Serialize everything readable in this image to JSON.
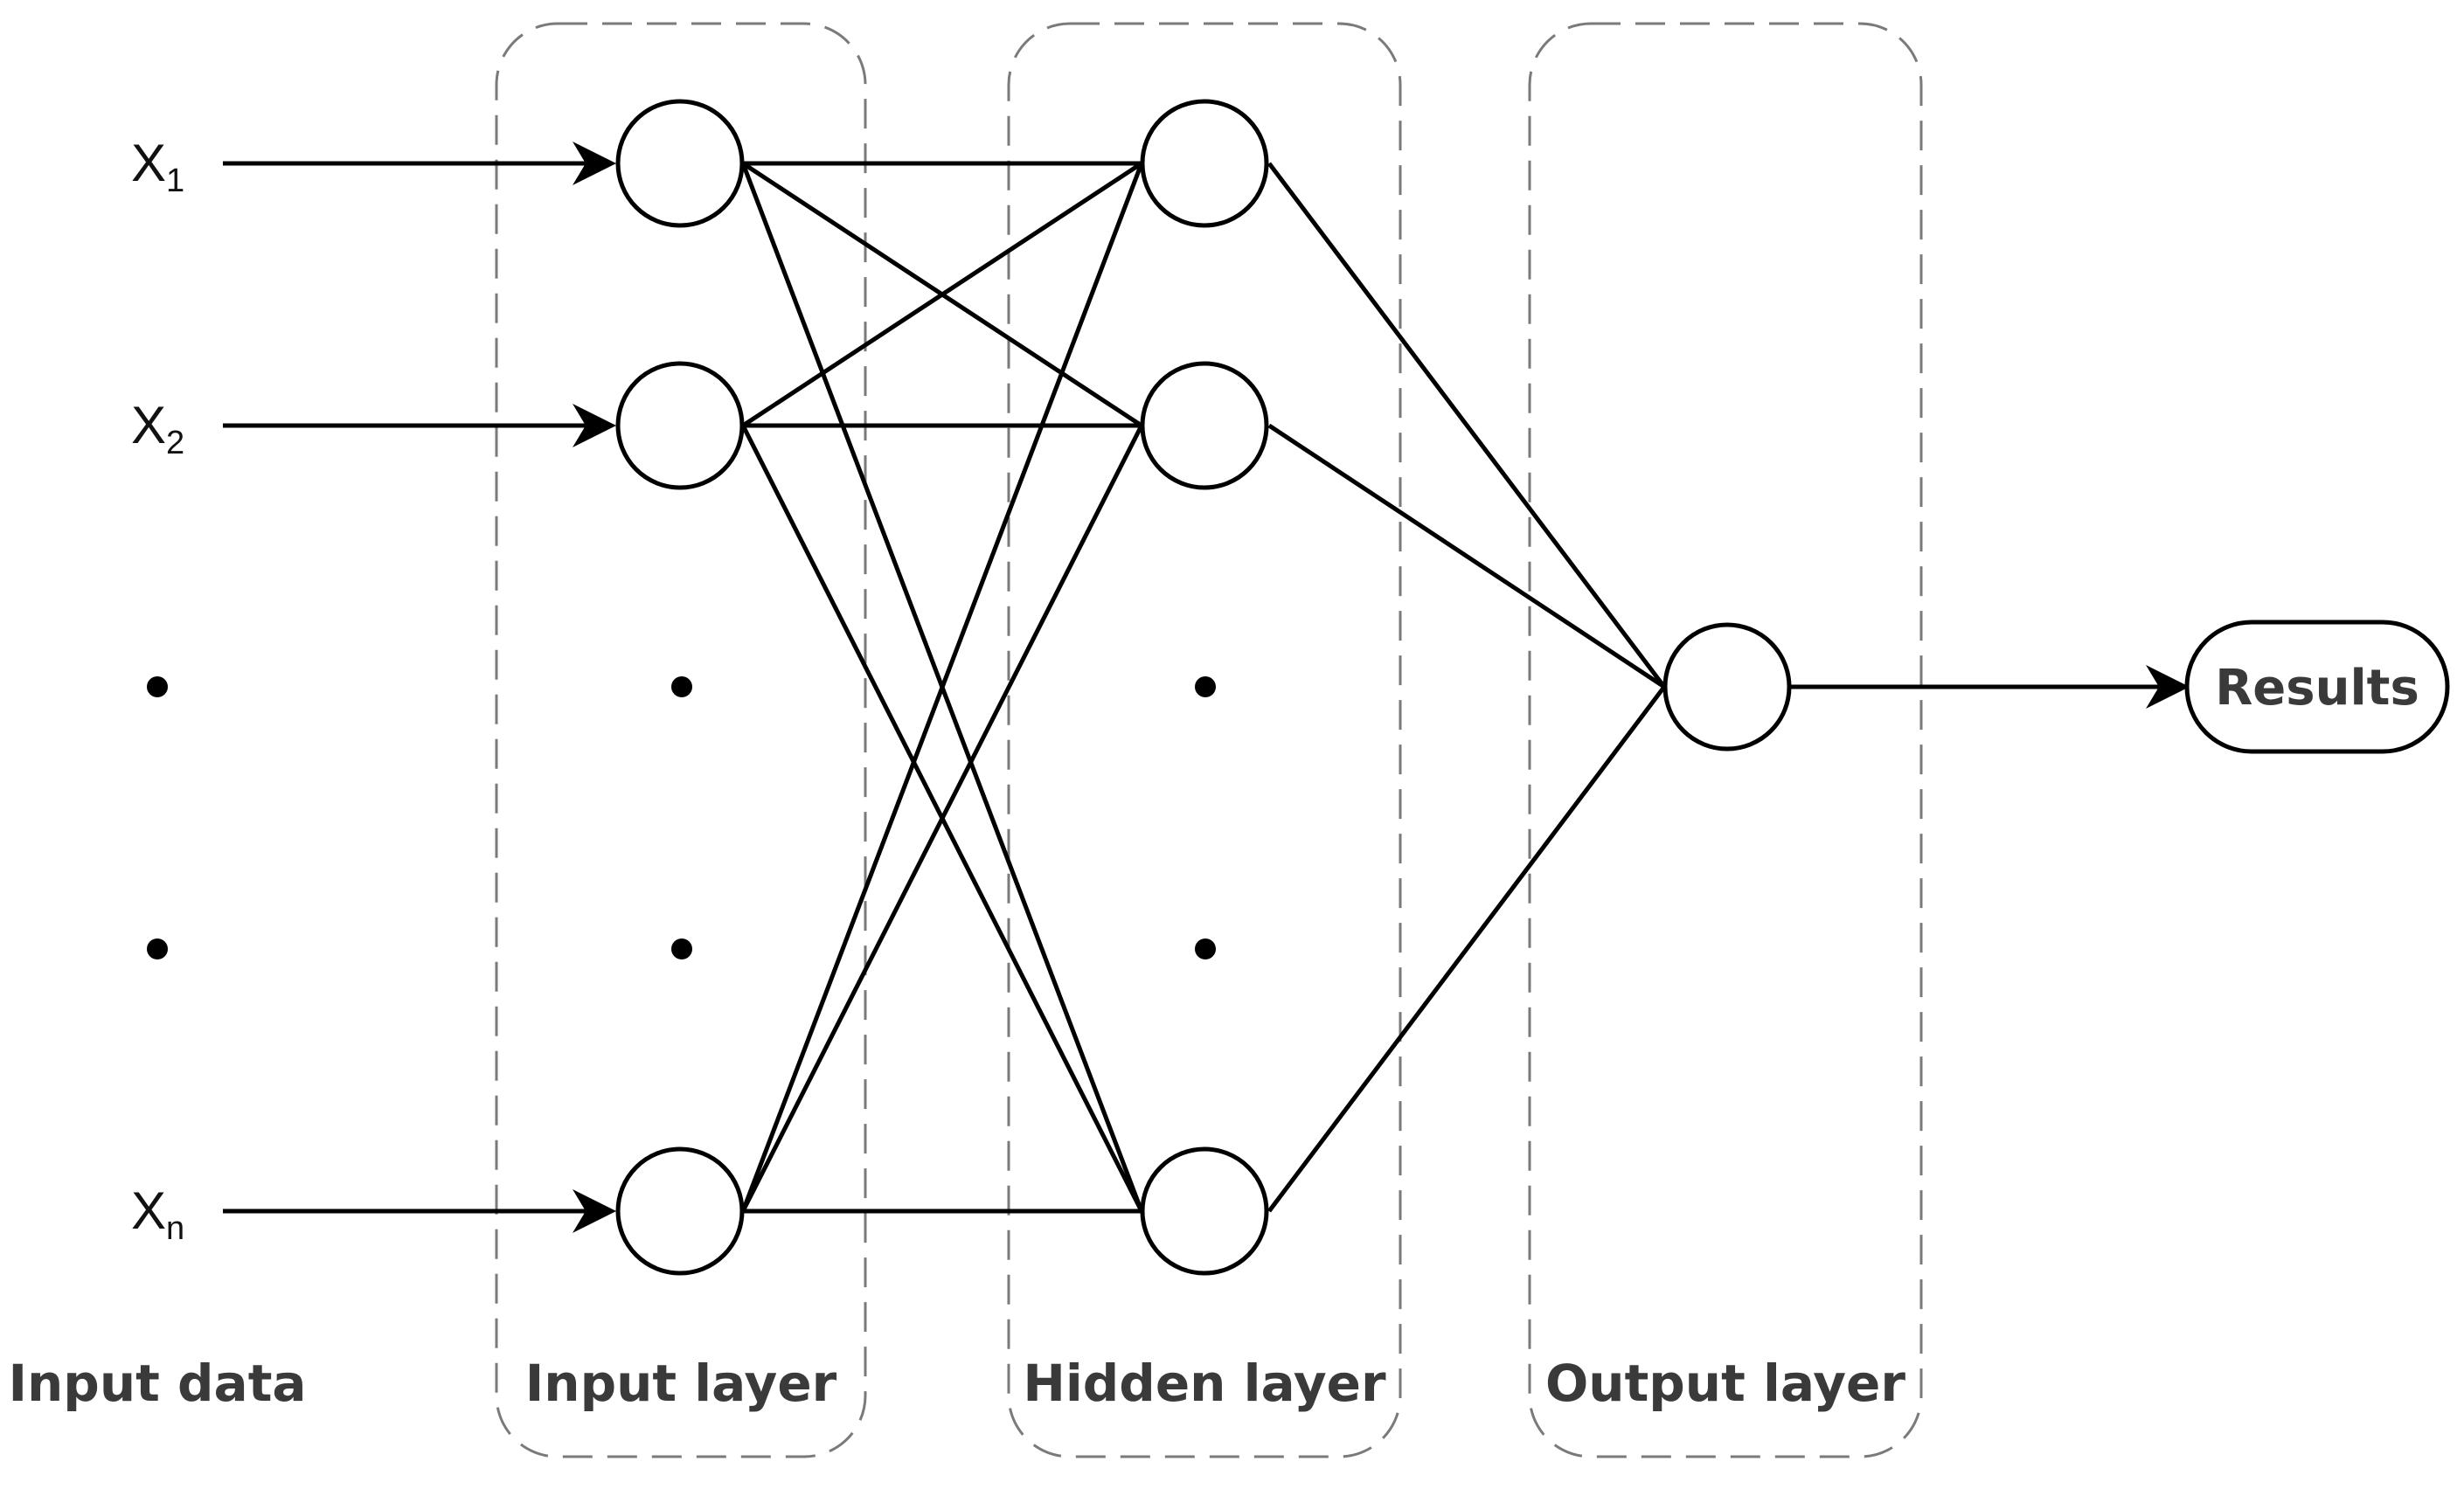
{
  "inputs": [
    {
      "base": "X",
      "sub": "1"
    },
    {
      "base": "X",
      "sub": "2"
    },
    {
      "base": "X",
      "sub": "n"
    }
  ],
  "sections": {
    "input_data": "Input data",
    "input_layer": "Input layer",
    "hidden_layer": "Hidden layer",
    "output_layer": "Output layer"
  },
  "results_label": "Results",
  "colors": {
    "line": "#000000",
    "group_border": "#7a7a7a",
    "title_text": "#3a3a3a"
  }
}
